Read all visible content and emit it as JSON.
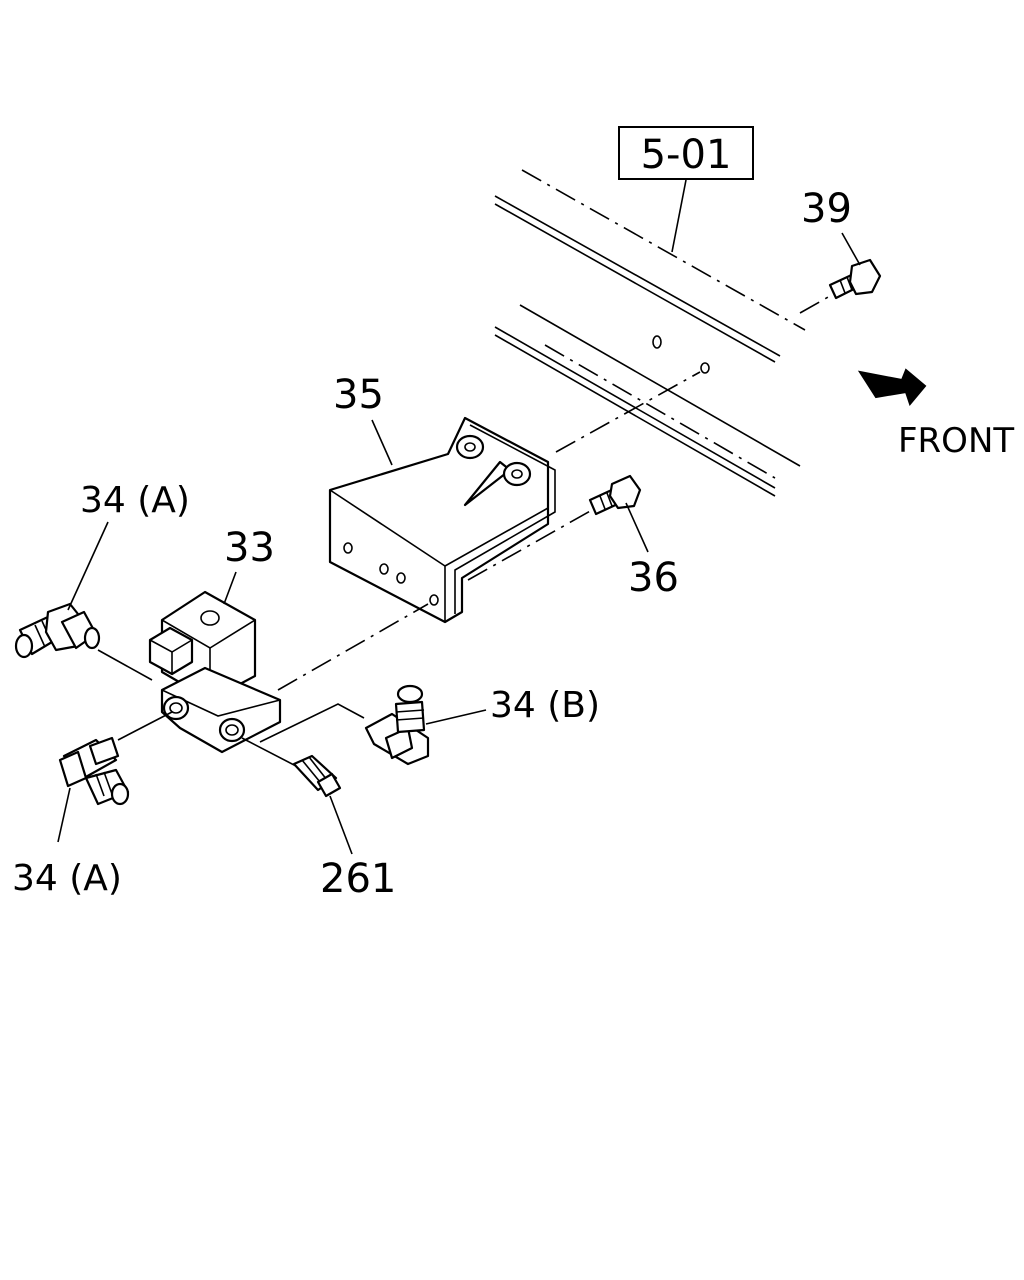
{
  "diagram": {
    "ref_box": "5-01",
    "direction_label": "FRONT",
    "labels": {
      "p39": "39",
      "p35": "35",
      "p36": "36",
      "p33": "33",
      "p34a_top": "34 (A)",
      "p34a_bottom": "34 (A)",
      "p34b": "34 (B)",
      "p261": "261"
    },
    "icons": [
      "front-arrow-icon"
    ]
  }
}
